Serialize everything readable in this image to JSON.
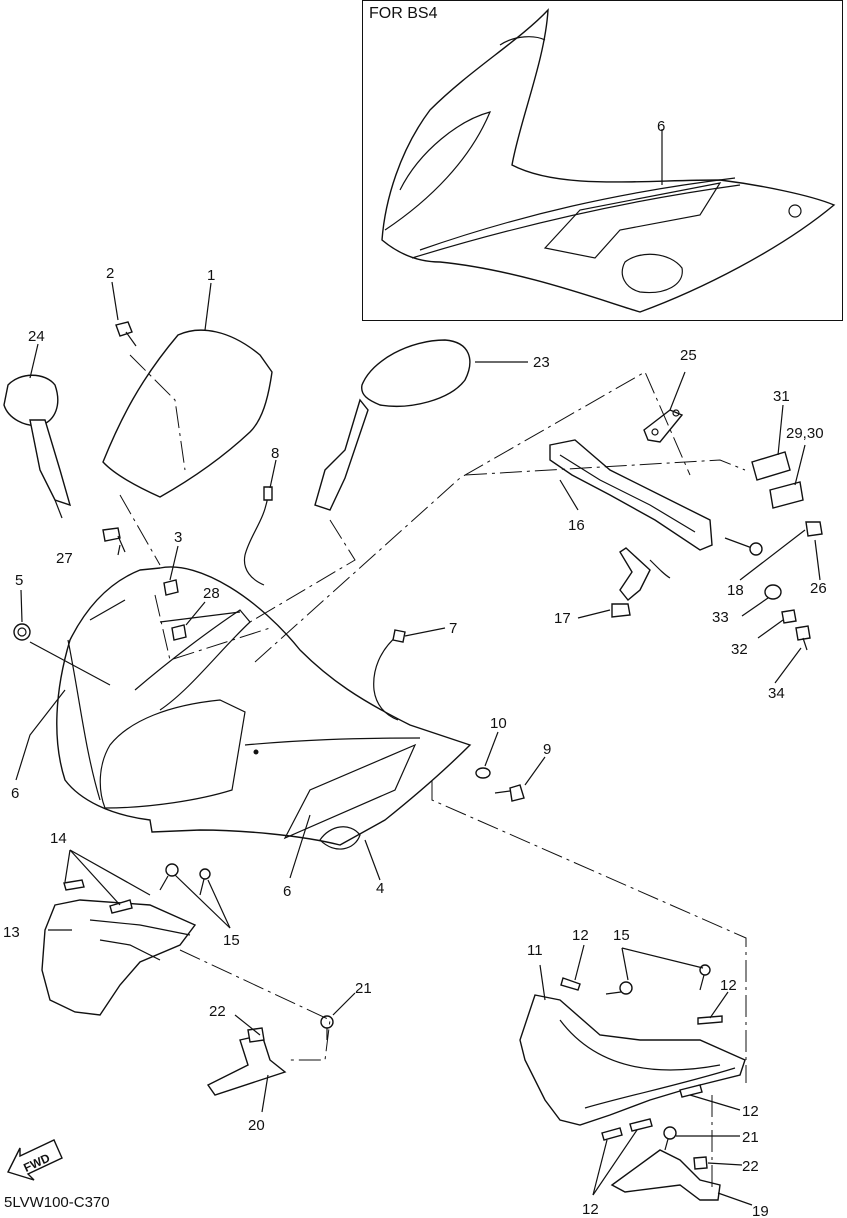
{
  "inset": {
    "title": "FOR BS4"
  },
  "figure_code": "5LVW100-C370",
  "fwd_label": "FWD",
  "callouts": {
    "c1": "1",
    "c2": "2",
    "c3": "3",
    "c4": "4",
    "c5": "5",
    "c6a": "6",
    "c6b": "6",
    "c6c": "6",
    "c7": "7",
    "c8": "8",
    "c9": "9",
    "c10": "10",
    "c11": "11",
    "c12a": "12",
    "c12b": "12",
    "c12c": "12",
    "c12d": "12",
    "c13": "13",
    "c14": "14",
    "c15a": "15",
    "c15b": "15",
    "c16": "16",
    "c17": "17",
    "c18": "18",
    "c19": "19",
    "c20": "20",
    "c21a": "21",
    "c21b": "21",
    "c22a": "22",
    "c22b": "22",
    "c23": "23",
    "c24": "24",
    "c25": "25",
    "c26": "26",
    "c27": "27",
    "c28": "28",
    "c2930": "29,30",
    "c31": "31",
    "c32": "32",
    "c33": "33",
    "c34": "34"
  }
}
